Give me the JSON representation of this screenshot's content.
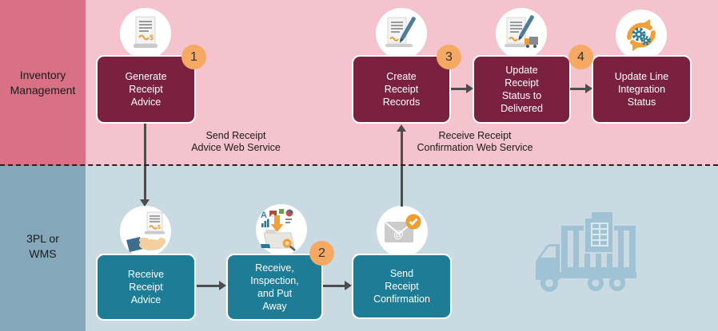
{
  "lanes": {
    "top": {
      "label": "Inventory\nManagement"
    },
    "bottom": {
      "label": "3PL or\nWMS"
    }
  },
  "inventory_row": {
    "boxes": [
      {
        "label": "Generate\nReceipt\nAdvice",
        "badge": "1",
        "icon": "receipt-document-icon"
      },
      {
        "label": "Create\nReceipt\nRecords",
        "badge": "3",
        "icon": "document-pen-icon"
      },
      {
        "label": "Update\nReceipt\nStatus to\nDelivered",
        "badge": "4",
        "icon": "document-pen-truck-icon"
      },
      {
        "label": "Update Line\nIntegration\nStatus",
        "icon": "sync-gears-icon"
      }
    ]
  },
  "wms_row": {
    "boxes": [
      {
        "label": "Receive\nReceipt\nAdvice",
        "icon": "hand-document-icon"
      },
      {
        "label": "Receive,\nInspection,\nand Put\nAway",
        "badge": "2",
        "icon": "inspect-putaway-icon"
      },
      {
        "label": "Send\nReceipt\nConfirmation",
        "icon": "email-check-icon"
      }
    ]
  },
  "annotations": {
    "send_ws": "Send Receipt\nAdvice Web Service",
    "receive_ws": "Receive Receipt\nConfirmation Web Service"
  },
  "colors": {
    "lane_top_sidebar": "#da7086",
    "lane_top_band": "#f4c3ce",
    "lane_bottom_sidebar": "#84a8ba",
    "lane_bottom_band": "#c9dae2",
    "box_inventory": "#7a2140",
    "box_wms": "#1d7c96",
    "badge": "#f5a963",
    "arrow": "#4d4d4d",
    "icon_orange": "#ee9b2e",
    "truck_watermark": "#9fc2d5"
  }
}
